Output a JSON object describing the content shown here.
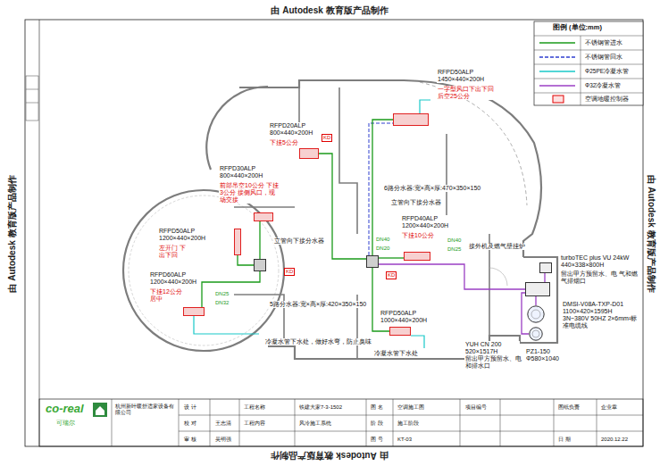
{
  "diagram": {
    "nodes": [
      {
        "text": [
          "6路分水器:宽×高×厚:470×350×150"
        ]
      },
      {
        "text": [
          "5路分水器:宽×高×厚:420×350×150"
        ]
      },
      {
        "text": [
          "RFPD50ALP 1450×440×200H",
          "一字型风口下出下回 后空25公分"
        ]
      },
      {
        "text": [
          "RFPD20ALP 800×440×200H",
          "下挂5公分"
        ]
      },
      {
        "text": [
          "RFPD30ALP 800×440×200H",
          "前部吊空10公分 下挂3公分 接侧风口，现场交接"
        ]
      },
      {
        "text": [
          "RFPD50ALP 1200×440×200H",
          "左开门 下出下回"
        ]
      },
      {
        "text": [
          "RFPD60ALP 1200×440×200H",
          "下挂12公分 居中"
        ]
      },
      {
        "text": [
          "RFPD40ALP 1200×440×200H",
          "下挂10公分"
        ]
      },
      {
        "text": [
          "RFPD50ALP 1000×440×200H"
        ]
      },
      {
        "text": [
          "turboTEC plus VU 24kW 440×338×800H",
          "留出甲方预留水、电 气和燃气排烟口"
        ]
      },
      {
        "text": [
          "DMSI-V08A-TXP-D01 1100×420×1595H 3N~380V 50HZ 2×6mm²标准电缆线"
        ]
      },
      {
        "text": [
          "YUH CN 200 520×1517H",
          "留出甲方预留水、电 和排水口"
        ]
      },
      {
        "text": [
          "PZ1-150 Φ580×1040"
        ]
      }
    ],
    "edges": [
      {
        "from": 0,
        "to": 2,
        "arrow": "none"
      },
      {
        "from": 0,
        "to": 3,
        "arrow": "none"
      },
      {
        "from": 0,
        "to": 7,
        "arrow": "none"
      },
      {
        "from": 0,
        "to": 8,
        "arrow": "none"
      },
      {
        "from": 1,
        "to": 4,
        "arrow": "none"
      },
      {
        "from": 1,
        "to": 5,
        "arrow": "none"
      },
      {
        "from": 1,
        "to": 6,
        "arrow": "none"
      },
      {
        "from": 0,
        "to": 10,
        "arrow": "none"
      },
      {
        "from": 10,
        "to": 9,
        "arrow": "none"
      },
      {
        "from": 10,
        "to": 11,
        "arrow": "none"
      },
      {
        "from": 10,
        "to": 12,
        "arrow": "none"
      }
    ],
    "labels": [
      "由 Autodesk 教育版产品制作",
      "由 Autodesk 教育版产品制作",
      "由 Autodesk 教育版产品制作",
      "由 Autodesk 教育版产品制作",
      "图例 (单位:mm)",
      "立管向下接分水器",
      "立管向下接分水器",
      "冷凝水管下水处，做好水弯，防止臭味",
      "冷凝水管下水处",
      "接外机及燃气壁挂炉",
      "DN40",
      "DN20",
      "DN40",
      "DN25",
      "DN25",
      "DN32",
      "KD",
      "KD",
      "KD",
      "co-real",
      "可瑞尔",
      "杭州新叶暖舒适家设备有限公司",
      "设 计",
      "校 对",
      "审 核",
      "王志清",
      "吴明强",
      "工程名称",
      "铁建大家7-3-1502",
      "工程内容",
      "风冷施工系统",
      "图 名",
      "空调施工图",
      "阶 段",
      "施工阶段",
      "图 号",
      "KT-03",
      "项目编号",
      "图纸负责",
      "企业章",
      "日 期",
      "2020.12.22"
    ],
    "legend": [
      {
        "text": "不锈钢管进水"
      },
      {
        "text": "不锈钢管回水"
      },
      {
        "text": "Φ25PE冷凝水管"
      },
      {
        "text": "Φ32冷凝水管"
      },
      {
        "text": "空调地暖控制器"
      }
    ]
  }
}
